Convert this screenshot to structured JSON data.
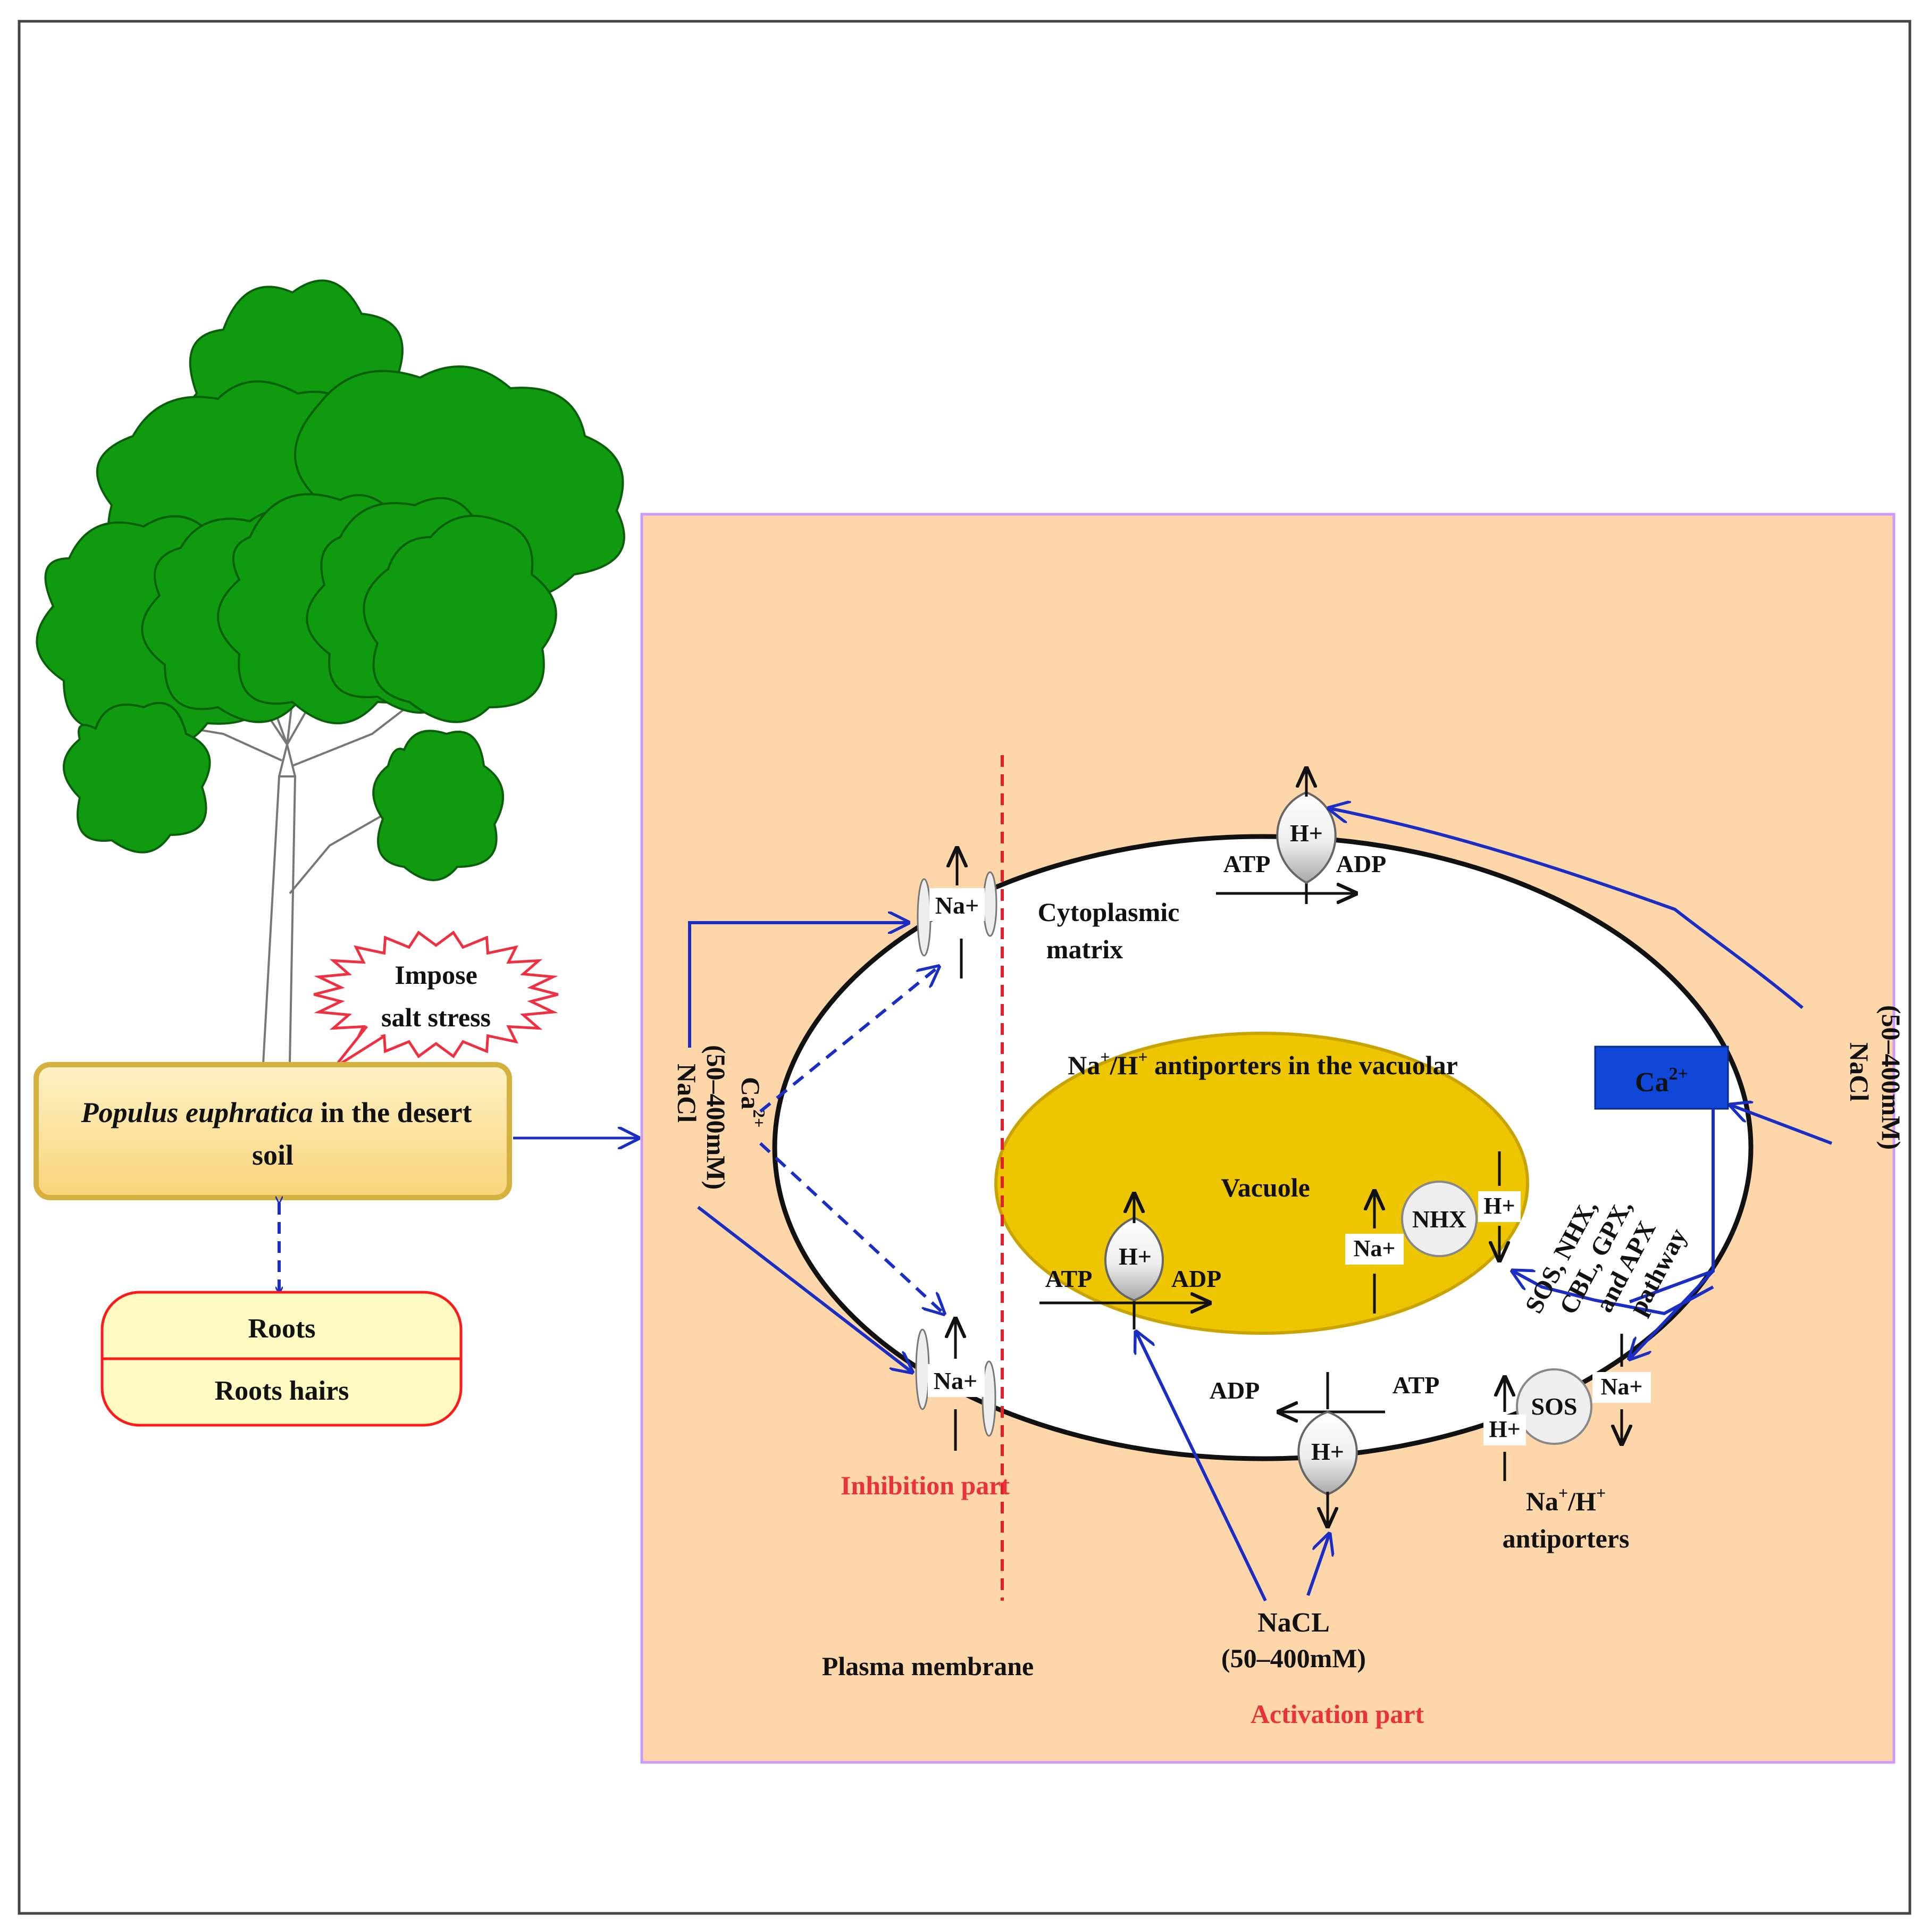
{
  "tree": {
    "callout": {
      "line1": "Impose",
      "line2": "salt stress"
    },
    "soil_box": {
      "species": "Populus euphratica",
      "rest_line1": " in the desert",
      "rest_line2": "soil"
    },
    "roots": {
      "top": "Roots",
      "bottom": "Roots hairs"
    }
  },
  "cell": {
    "nacl_left": {
      "line1": "NaCl",
      "line2": "(50–400mM)"
    },
    "ca_left": {
      "base": "Ca",
      "sup": "2+"
    },
    "na_upper": "Na+",
    "na_lower": "Na+",
    "cytoplasmic": {
      "line1": "Cytoplasmic",
      "line2": "matrix"
    },
    "pump_top": {
      "ion": "H+",
      "atp": "ATP",
      "adp": "ADP"
    },
    "vacuole": {
      "antiporter_title": {
        "a": "Na",
        "a_sup": "+",
        "b": "/H",
        "b_sup": "+",
        "c": " antiporters in the vacuolar"
      },
      "label": "Vacuole"
    },
    "pump_vacuole": {
      "ion": "H+",
      "atp": "ATP",
      "adp": "ADP"
    },
    "nhx": {
      "name": "NHX",
      "na": "Na+",
      "h": "H+"
    },
    "pathway": {
      "line1": "SOS, NHX,",
      "line2": "CBL, GPX,",
      "line3": "and APX",
      "line4": "pathway"
    },
    "ca_box": {
      "base": "Ca",
      "sup": "2+"
    },
    "nacl_right": {
      "line1": "NaCl",
      "line2": "(50–400mM)"
    },
    "sos": {
      "name": "SOS",
      "na": "Na+",
      "h": "H+"
    },
    "antiporters": {
      "a": "Na",
      "a_sup": "+",
      "b": "/H",
      "b_sup": "+",
      "line2": "antiporters"
    },
    "pump_bottom": {
      "ion": "H+",
      "atp": "ATP",
      "adp": "ADP"
    },
    "nacl_bottom": {
      "line1": "NaCL",
      "line2": "(50–400mM)"
    },
    "inhibition": "Inhibition part",
    "activation": "Activation part",
    "plasma_membrane": "Plasma membrane"
  },
  "colors": {
    "panel_bg": "#fdd6a9",
    "panel_border": "#cc99ff",
    "leaf": "#109a10",
    "vacuole": "#edc600",
    "arrow_blue": "#1a2dc4",
    "ca_box": "#1047d8",
    "callout_border": "#f03040",
    "soil_box": "#fce08c",
    "roots_box": "#fff9c2"
  }
}
